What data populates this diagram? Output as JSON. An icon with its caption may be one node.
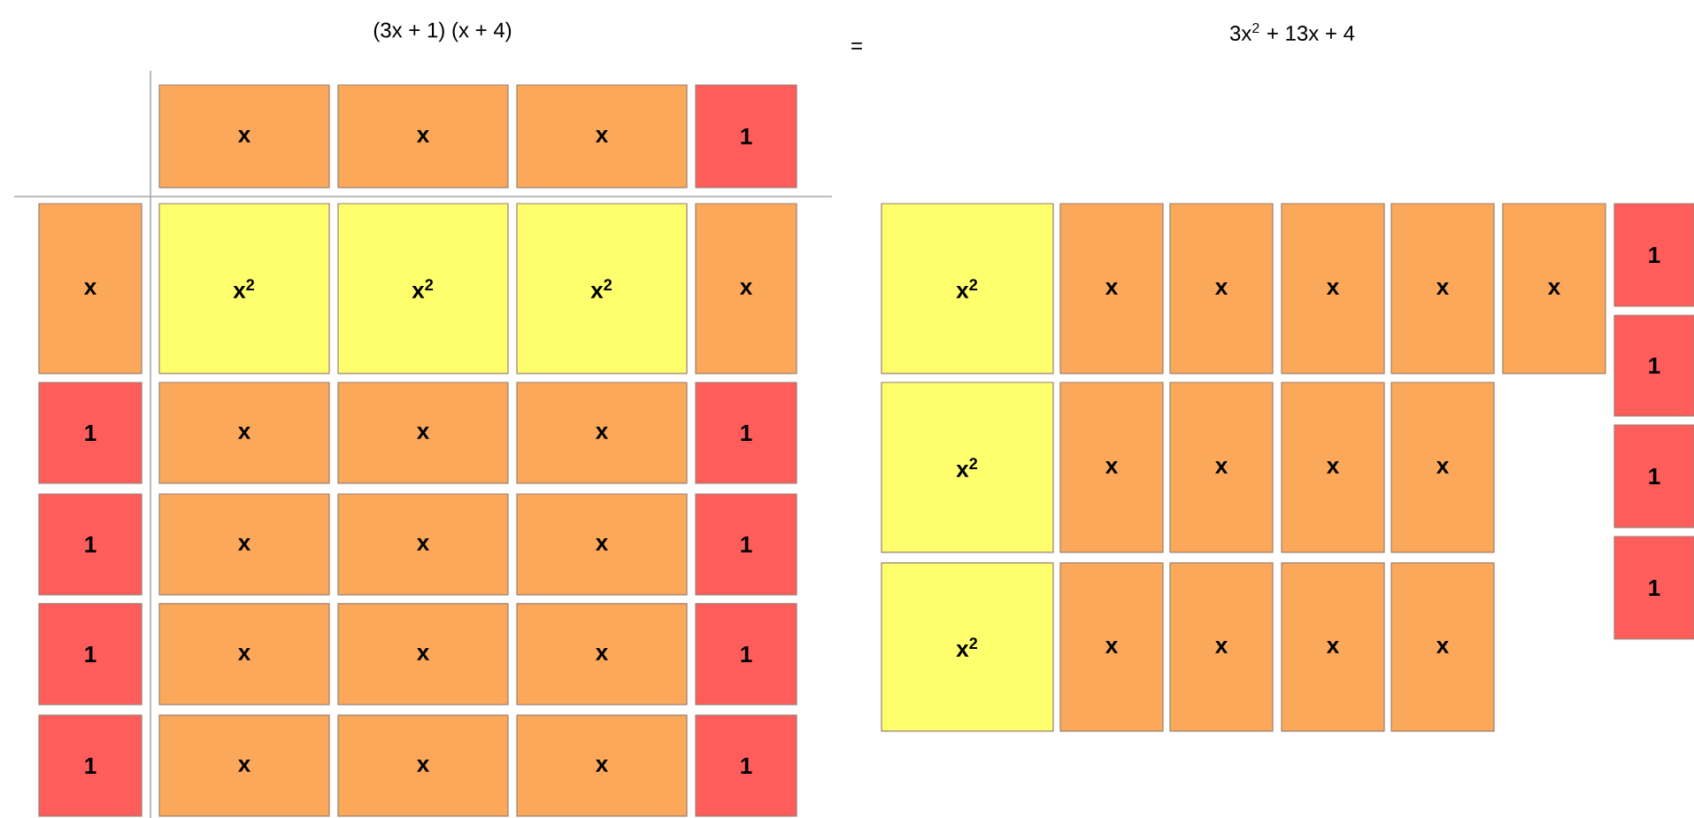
{
  "diagram": {
    "nodes": [
      {
        "text": [
          "x"
        ]
      },
      {
        "text": [
          "x"
        ]
      },
      {
        "text": [
          "x"
        ]
      },
      {
        "text": [
          "1"
        ]
      },
      {
        "text": [
          "x"
        ]
      },
      {
        "text": [
          "x$^{2}$"
        ]
      },
      {
        "text": [
          "x$^{2}$"
        ]
      },
      {
        "text": [
          "x$^{2}$"
        ]
      },
      {
        "text": [
          "x"
        ]
      },
      {
        "text": [
          "1"
        ]
      },
      {
        "text": [
          "x"
        ]
      },
      {
        "text": [
          "x"
        ]
      },
      {
        "text": [
          "x"
        ]
      },
      {
        "text": [
          "1"
        ]
      },
      {
        "text": [
          "1"
        ]
      },
      {
        "text": [
          "x"
        ]
      },
      {
        "text": [
          "x"
        ]
      },
      {
        "text": [
          "x"
        ]
      },
      {
        "text": [
          "1"
        ]
      },
      {
        "text": [
          "1"
        ]
      },
      {
        "text": [
          "x"
        ]
      },
      {
        "text": [
          "x"
        ]
      },
      {
        "text": [
          "x"
        ]
      },
      {
        "text": [
          "1"
        ]
      },
      {
        "text": [
          "1"
        ]
      },
      {
        "text": [
          "x"
        ]
      },
      {
        "text": [
          "x"
        ]
      },
      {
        "text": [
          "x"
        ]
      },
      {
        "text": [
          "1"
        ]
      },
      {
        "text": [
          "x$^{2}$"
        ]
      },
      {
        "text": [
          "x"
        ]
      },
      {
        "text": [
          "x"
        ]
      },
      {
        "text": [
          "x"
        ]
      },
      {
        "text": [
          "x"
        ]
      },
      {
        "text": [
          "x"
        ]
      },
      {
        "text": [
          "x$^{2}$"
        ]
      },
      {
        "text": [
          "x"
        ]
      },
      {
        "text": [
          "x"
        ]
      },
      {
        "text": [
          "x"
        ]
      },
      {
        "text": [
          "x"
        ]
      },
      {
        "text": [
          "x$^{2}$"
        ]
      },
      {
        "text": [
          "x"
        ]
      },
      {
        "text": [
          "x"
        ]
      },
      {
        "text": [
          "x"
        ]
      },
      {
        "text": [
          "x"
        ]
      },
      {
        "text": [
          "1"
        ]
      },
      {
        "text": [
          "1"
        ]
      },
      {
        "text": [
          "1"
        ]
      },
      {
        "text": [
          "1"
        ]
      }
    ],
    "labels": [
      "(3x + 1) (x + 4)",
      "=",
      "3x$^{2}$ + 13x + 4"
    ]
  }
}
